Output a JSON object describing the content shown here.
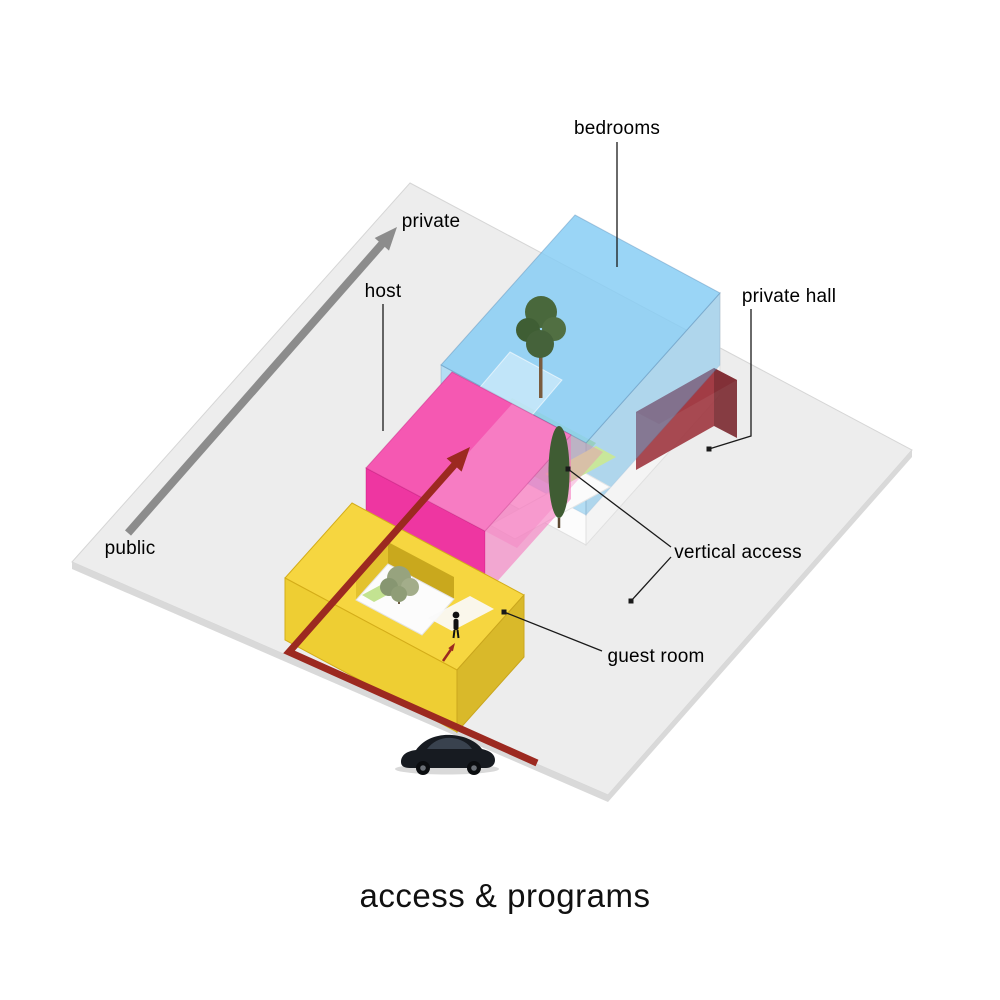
{
  "title": "access & programs",
  "labels": {
    "bedrooms": "bedrooms",
    "private": "private",
    "host": "host",
    "private_hall": "private hall",
    "public": "public",
    "vertical_access": "vertical access",
    "guest_room": "guest room"
  },
  "colors": {
    "ground": "#ededed",
    "bedrooms_top": "#85cdf5",
    "host_top": "#f558b2",
    "guest_top": "#f6d640",
    "private_hall": "#a03a42",
    "courtyard_green": "#c8e79b",
    "route_arrow": "#9c2920",
    "direction_arrow": "#8c8c8c"
  }
}
